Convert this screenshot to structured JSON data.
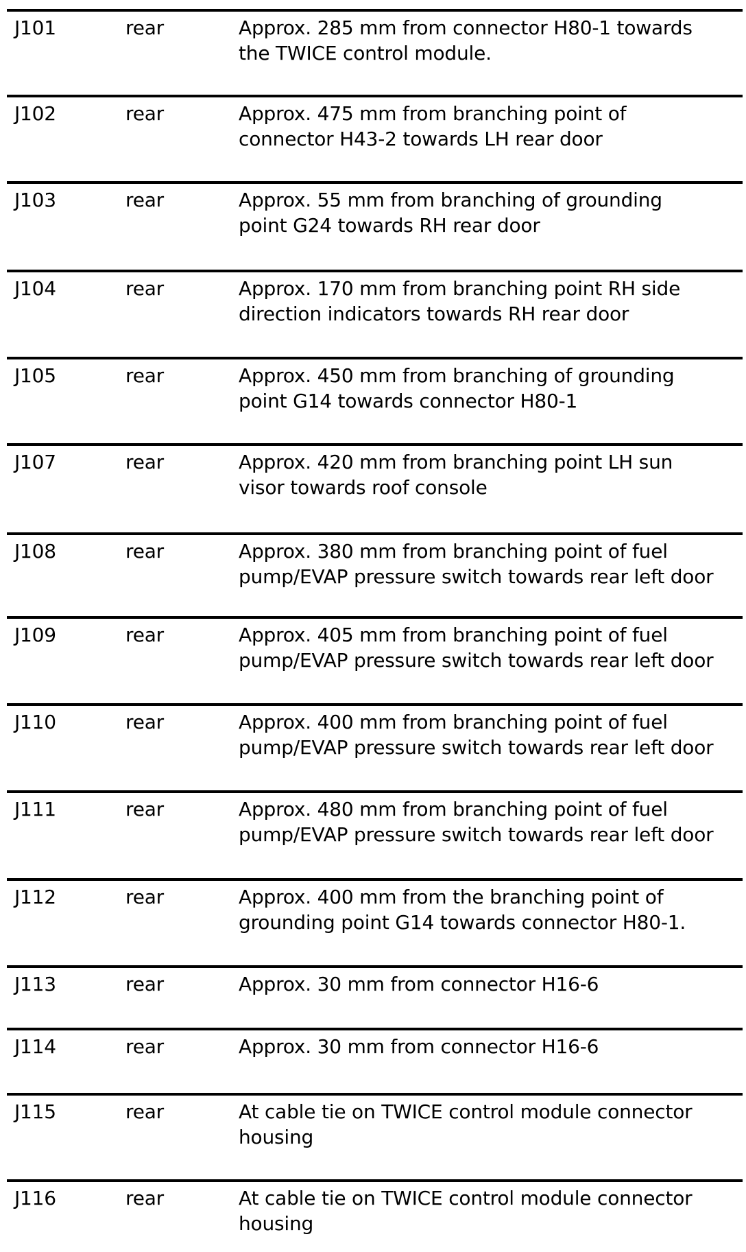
{
  "page": {
    "background": "#ffffff",
    "text_color": "#000000",
    "rule_color": "#000000"
  },
  "table": {
    "rows": [
      {
        "id": "J101",
        "location": "rear",
        "description": "Approx. 285 mm from connector H80-1 towards the TWICE control module.",
        "lines": [
          "Approx. 285 mm from connector H80-1 towards",
          "the TWICE control module."
        ]
      },
      {
        "id": "J102",
        "location": "rear",
        "description": "Approx. 475 mm from branching point of connector H43-2 towards LH rear door",
        "lines": [
          "Approx. 475 mm from branching point of",
          "connector H43-2 towards LH rear door"
        ]
      },
      {
        "id": "J103",
        "location": "rear",
        "description": "Approx. 55 mm from branching of grounding point G24 towards RH rear door",
        "lines": [
          "Approx. 55 mm from branching of grounding",
          "point G24 towards RH rear door"
        ]
      },
      {
        "id": "J104",
        "location": "rear",
        "description": "Approx. 170 mm from branching point RH side direction indicators towards RH rear door",
        "lines": [
          "Approx. 170 mm from branching point RH side",
          "direction indicators towards RH rear door"
        ]
      },
      {
        "id": "J105",
        "location": "rear",
        "description": "Approx. 450 mm from branching of grounding point G14 towards connector H80-1",
        "lines": [
          "Approx. 450 mm from branching of grounding",
          "point G14 towards connector H80-1"
        ]
      },
      {
        "id": "J107",
        "location": "rear",
        "description": "Approx. 420 mm from branching point LH sun visor towards roof console",
        "lines": [
          "Approx. 420 mm from branching point LH sun",
          "visor towards roof console"
        ]
      },
      {
        "id": "J108",
        "location": "rear",
        "description": "Approx. 380 mm from branching point of fuel pump/EVAP pressure switch towards rear left door",
        "lines": [
          "Approx. 380 mm from branching point of fuel",
          "pump/EVAP pressure switch towards rear left door"
        ]
      },
      {
        "id": "J109",
        "location": "rear",
        "description": "Approx. 405 mm from branching point of fuel pump/EVAP pressure switch towards rear left door",
        "lines": [
          "Approx. 405 mm from branching point of fuel",
          "pump/EVAP pressure switch towards rear left door"
        ]
      },
      {
        "id": "J110",
        "location": "rear",
        "description": "Approx. 400 mm from branching point of fuel pump/EVAP pressure switch towards rear left door",
        "lines": [
          "Approx. 400 mm from branching point of fuel",
          "pump/EVAP pressure switch towards rear left door"
        ]
      },
      {
        "id": "J111",
        "location": "rear",
        "description": "Approx. 480 mm from branching point of fuel pump/EVAP pressure switch towards rear left door",
        "lines": [
          "Approx. 480 mm from branching point of fuel",
          "pump/EVAP pressure switch towards rear left door"
        ]
      },
      {
        "id": "J112",
        "location": "rear",
        "description": "Approx. 400 mm from the branching point of grounding point G14 towards connector H80-1.",
        "lines": [
          "Approx. 400 mm from the branching point of",
          "grounding point G14 towards connector H80-1."
        ]
      },
      {
        "id": "J113",
        "location": "rear",
        "description": "Approx. 30 mm from connector H16-6",
        "lines": [
          "Approx. 30 mm from connector H16-6"
        ]
      },
      {
        "id": "J114",
        "location": "rear",
        "description": "Approx. 30 mm from connector H16-6",
        "lines": [
          "Approx. 30 mm from connector H16-6"
        ]
      },
      {
        "id": "J115",
        "location": "rear",
        "description": "At cable tie on TWICE control module connector housing",
        "lines": [
          "At cable tie on TWICE control module connector",
          "housing"
        ]
      },
      {
        "id": "J116",
        "location": "rear",
        "description": "At cable tie on TWICE control module connector housing",
        "lines": [
          "At cable tie on TWICE control module connector",
          "housing"
        ]
      }
    ]
  }
}
